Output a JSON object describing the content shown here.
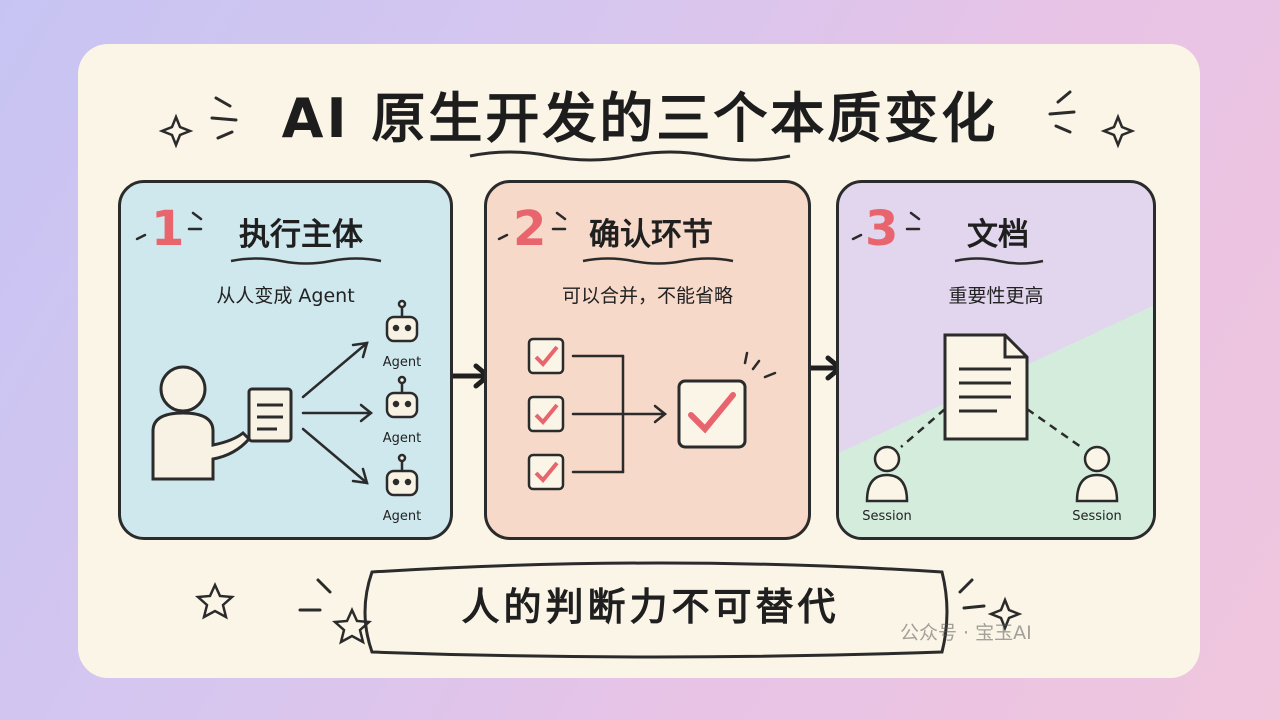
{
  "title": "AI 原生开发的三个本质变化",
  "panels": [
    {
      "number": "1",
      "heading": "执行主体",
      "subtitle": "从人变成 Agent",
      "nodes": [
        "Agent",
        "Agent",
        "Agent"
      ]
    },
    {
      "number": "2",
      "heading": "确认环节",
      "subtitle": "可以合并，不能省略"
    },
    {
      "number": "3",
      "heading": "文档",
      "subtitle": "重要性更高",
      "nodes": [
        "Session",
        "Session"
      ]
    }
  ],
  "tagline": "人的判断力不可替代",
  "watermark": "公众号 · 宝玉AI",
  "colors": {
    "panel1": "#cfe8ee",
    "panel2": "#f6d9c8",
    "panel3_top": "#e2d6ee",
    "panel3_bottom": "#d4ecdc",
    "accent_red": "#e8656d",
    "ink": "#2b2b2b"
  }
}
